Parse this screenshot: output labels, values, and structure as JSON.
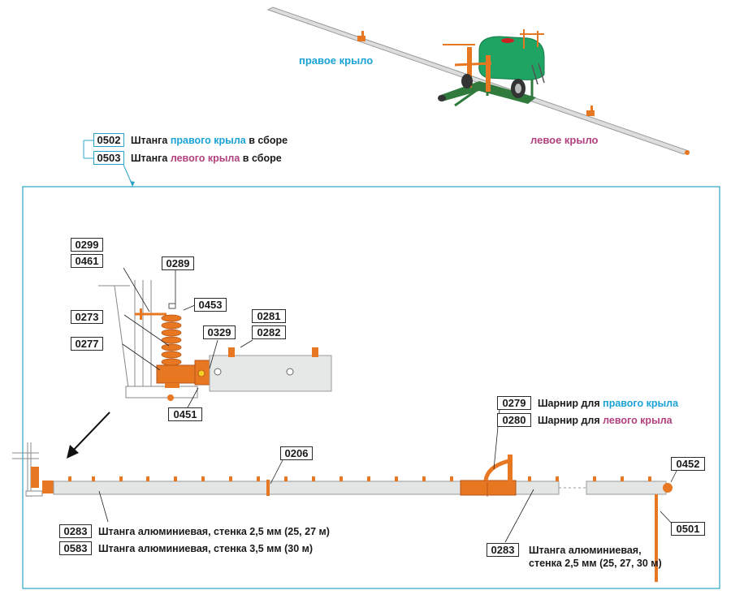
{
  "wings": {
    "right": "правое крыло",
    "left": "левое крыло"
  },
  "assembly": [
    {
      "code": "0502",
      "pre": "Штанга ",
      "color_text": "правого крыла",
      "post": " в сборе",
      "color": "#1aa3d6"
    },
    {
      "code": "0503",
      "pre": "Штанга ",
      "color_text": "левого крыла",
      "post": " в сборе",
      "color": "#b2417f"
    }
  ],
  "hinge": [
    {
      "code": "0279",
      "pre": "Шарнир для ",
      "color_text": "правого крыла",
      "color": "#1aa3d6"
    },
    {
      "code": "0280",
      "pre": "Шарнир для ",
      "color_text": "левого крыла",
      "color": "#b2417f"
    }
  ],
  "detail_parts": {
    "p0299": "0299",
    "p0461": "0461",
    "p0289": "0289",
    "p0453": "0453",
    "p0273": "0273",
    "p0329": "0329",
    "p0281": "0281",
    "p0282": "0282",
    "p0277": "0277",
    "p0451": "0451"
  },
  "boom_parts": {
    "p0206": "0206",
    "p0452": "0452",
    "p0501": "0501"
  },
  "pipe_left": [
    {
      "code": "0283",
      "text": "Штанга алюминиевая, стенка 2,5 мм (25, 27 м)"
    },
    {
      "code": "0583",
      "text": "Штанга алюминиевая, стенка 3,5 мм (30 м)"
    }
  ],
  "pipe_right": {
    "code": "0283",
    "line1": "Штанга алюминиевая,",
    "line2": "стенка 2,5 мм (25, 27, 30 м)"
  },
  "colors": {
    "orange": "#e87722",
    "frame": "#2aa3c6",
    "pipe": "#e4e6e6",
    "tank": "#1fa463",
    "chassis": "#2f7a3c"
  }
}
